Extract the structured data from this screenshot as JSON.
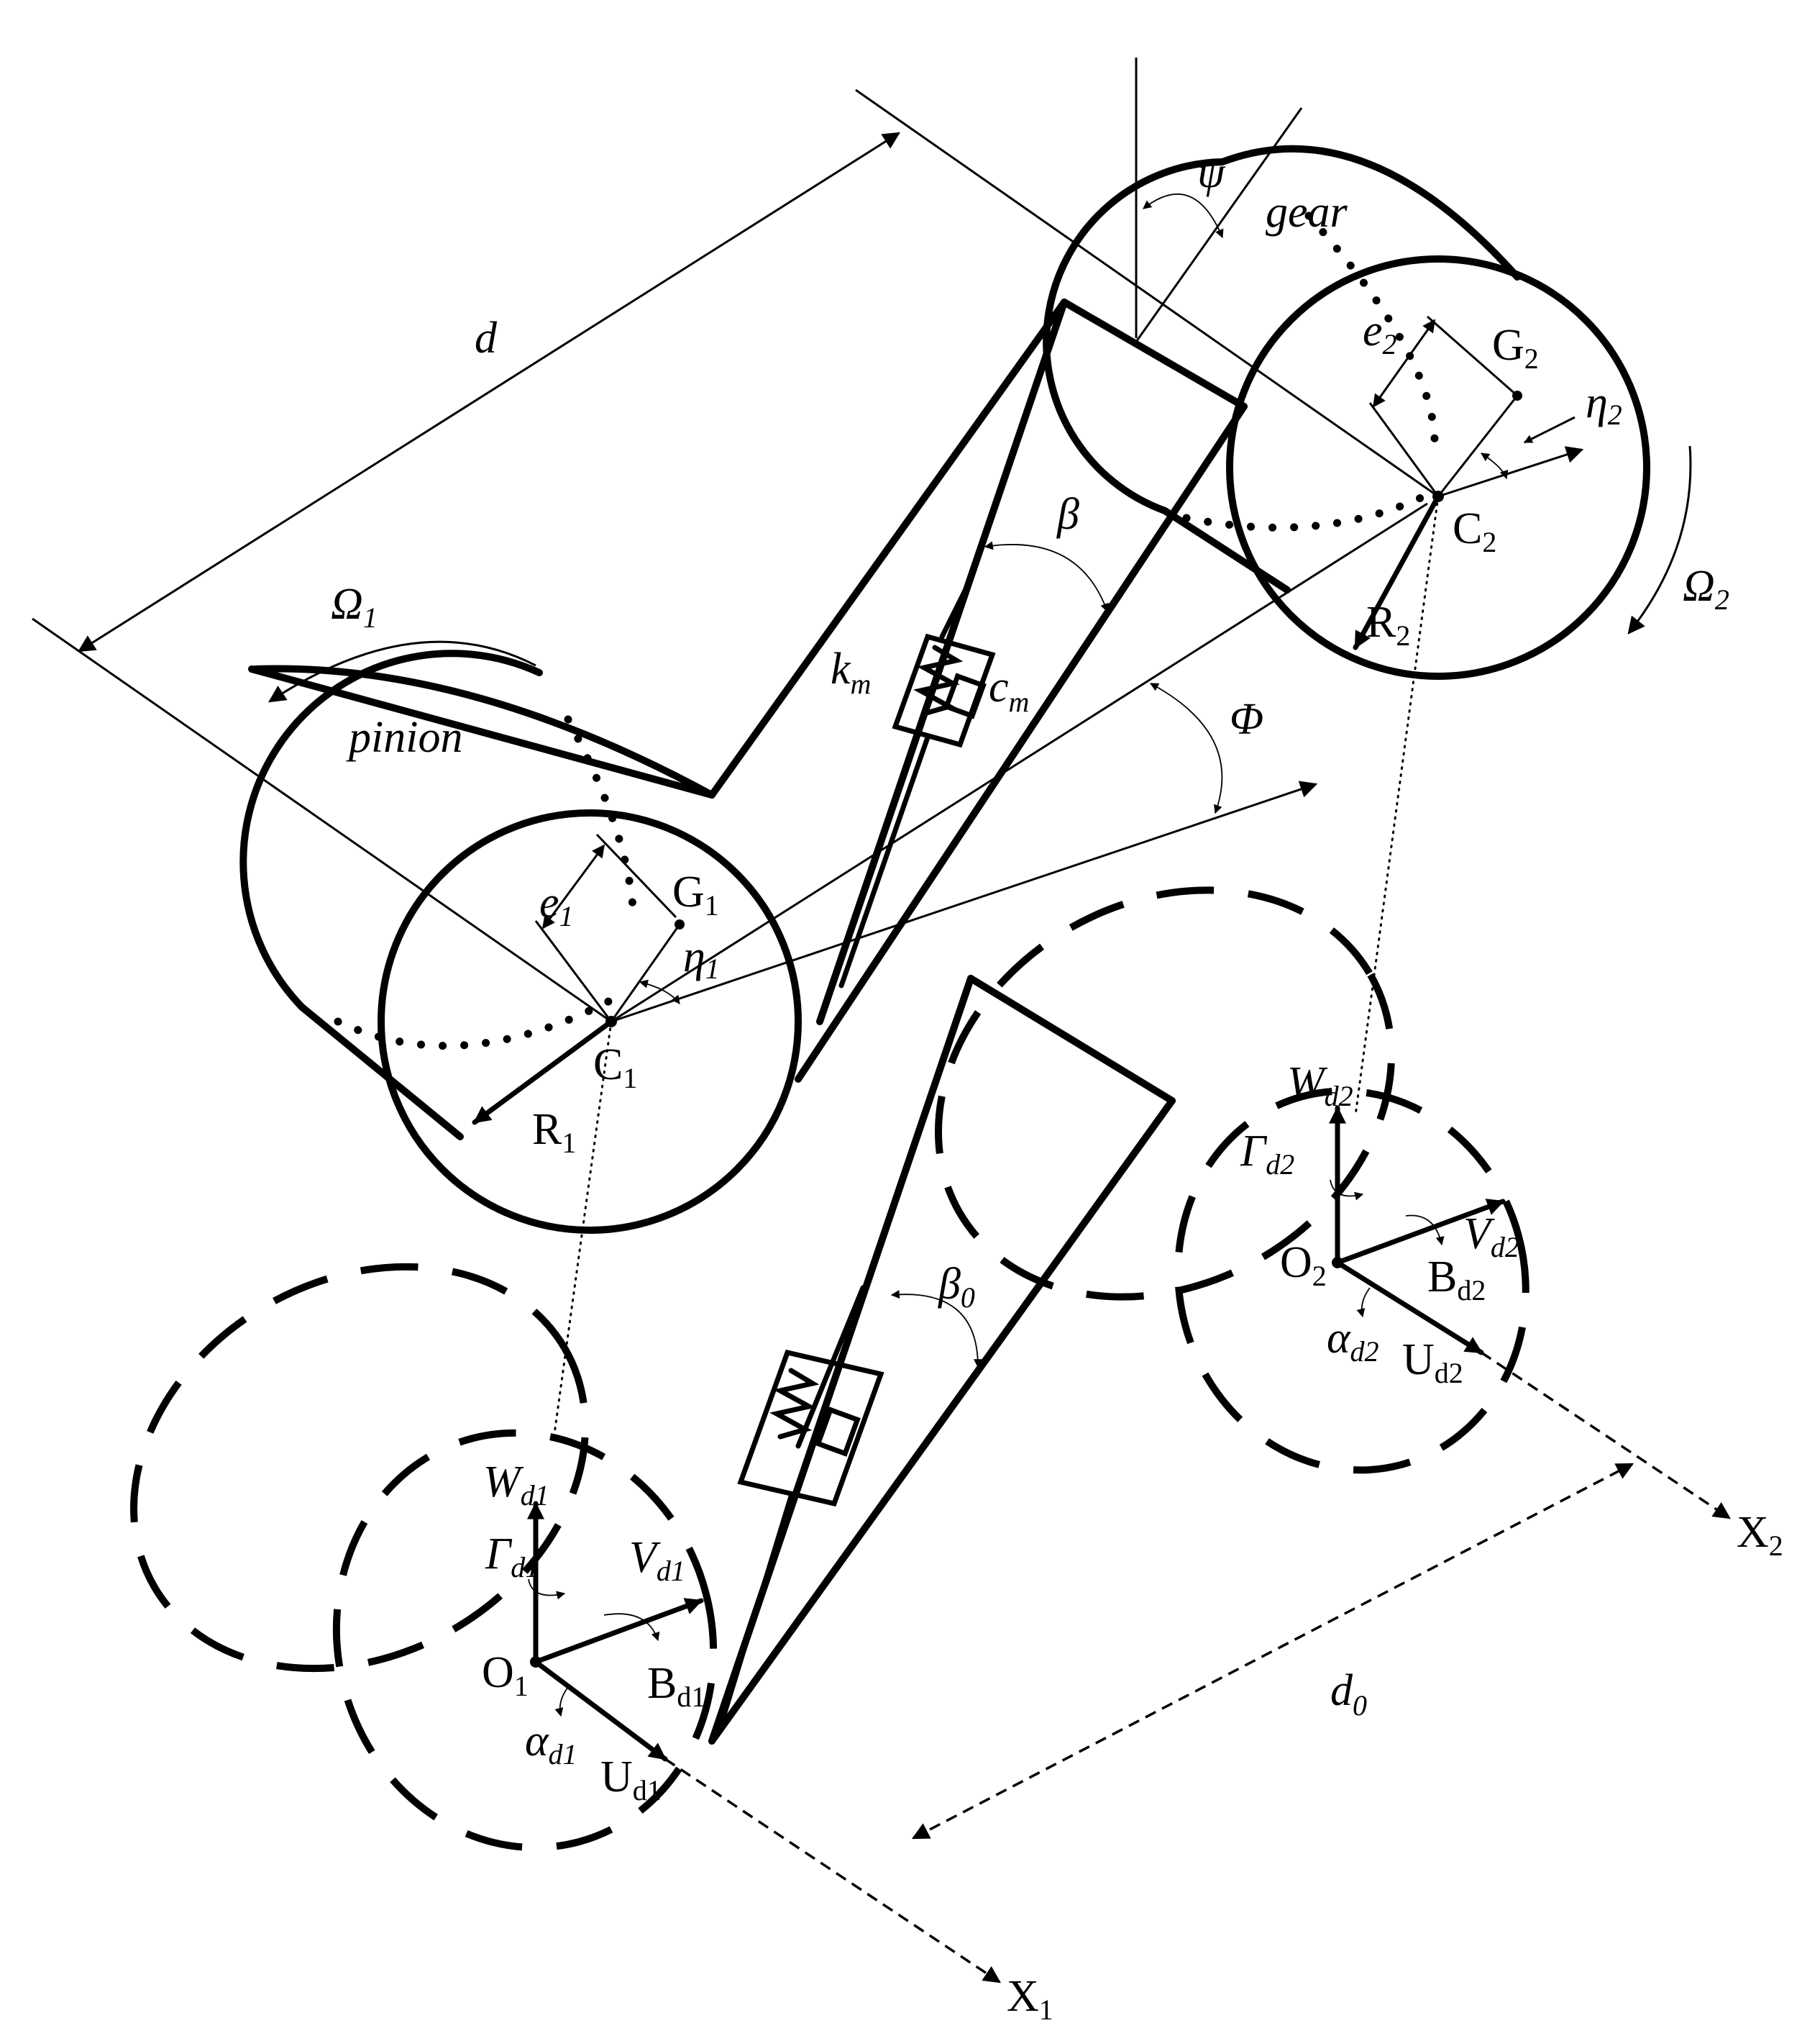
{
  "labels": {
    "d": "d",
    "d0_main": "d",
    "d0_sub": "0",
    "psi": "ψ",
    "gear": "gear",
    "pinion": "pinion",
    "beta": "β",
    "beta0_main": "β",
    "beta0_sub": "0",
    "phi": "Φ",
    "km_main": "k",
    "km_sub": "m",
    "cm_main": "c",
    "cm_sub": "m",
    "omega1_main": "Ω",
    "omega1_sub": "1",
    "omega2_main": "Ω",
    "omega2_sub": "2",
    "e1_main": "e",
    "e1_sub": "1",
    "e2_main": "e",
    "e2_sub": "2",
    "g1_main": "G",
    "g1_sub": "1",
    "g2_main": "G",
    "g2_sub": "2",
    "c1_main": "C",
    "c1_sub": "1",
    "c2_main": "C",
    "c2_sub": "2",
    "r1_main": "R",
    "r1_sub": "1",
    "r2_main": "R",
    "r2_sub": "2",
    "eta1_main": "η",
    "eta1_sub": "1",
    "eta2_main": "η",
    "eta2_sub": "2",
    "wd1_main": "W",
    "wd1_sub": "d1",
    "wd2_main": "W",
    "wd2_sub": "d2",
    "gd1_main": "Γ",
    "gd1_sub": "d1",
    "gd2_main": "Γ",
    "gd2_sub": "d2",
    "vd1_main": "V",
    "vd1_sub": "d1",
    "vd2_main": "V",
    "vd2_sub": "d2",
    "bd1_main": "B",
    "bd1_sub": "d1",
    "bd2_main": "B",
    "bd2_sub": "d2",
    "ad1_main": "α",
    "ad1_sub": "d1",
    "ad2_main": "α",
    "ad2_sub": "d2",
    "ud1_main": "U",
    "ud1_sub": "d1",
    "ud2_main": "U",
    "ud2_sub": "d2",
    "o1_main": "O",
    "o1_sub": "1",
    "o2_main": "O",
    "o2_sub": "2",
    "x1_main": "X",
    "x1_sub": "1",
    "x2_main": "X",
    "x2_sub": "2"
  }
}
